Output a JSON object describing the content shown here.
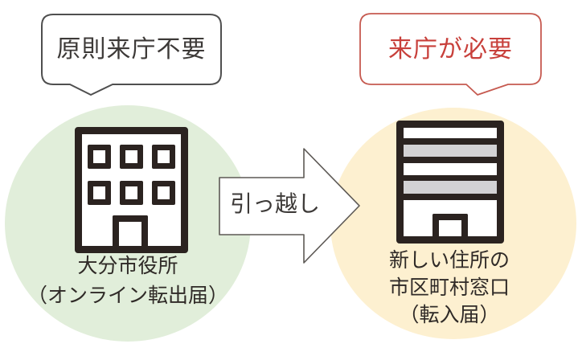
{
  "figure": {
    "left": {
      "bubble_text": "原則来庁不要",
      "label_line1": "大分市役所",
      "label_line2": "（オンライン転出届）"
    },
    "right": {
      "bubble_text": "来庁が必要",
      "label_line1": "新しい住所の",
      "label_line2": "市区町村窓口",
      "label_line3": "（転入届）"
    },
    "arrow_label": "引っ越し",
    "colors": {
      "left_circle_green": "#e1eeda",
      "right_circle_yellow": "#fdf0d0",
      "alert_red_text": "#c8403b",
      "alert_red_outline": "#c65a50",
      "ink_black": "#2b2320",
      "floor_gray": "#d3d2d4",
      "bubble_gray_outline": "#4f4f4f"
    }
  }
}
